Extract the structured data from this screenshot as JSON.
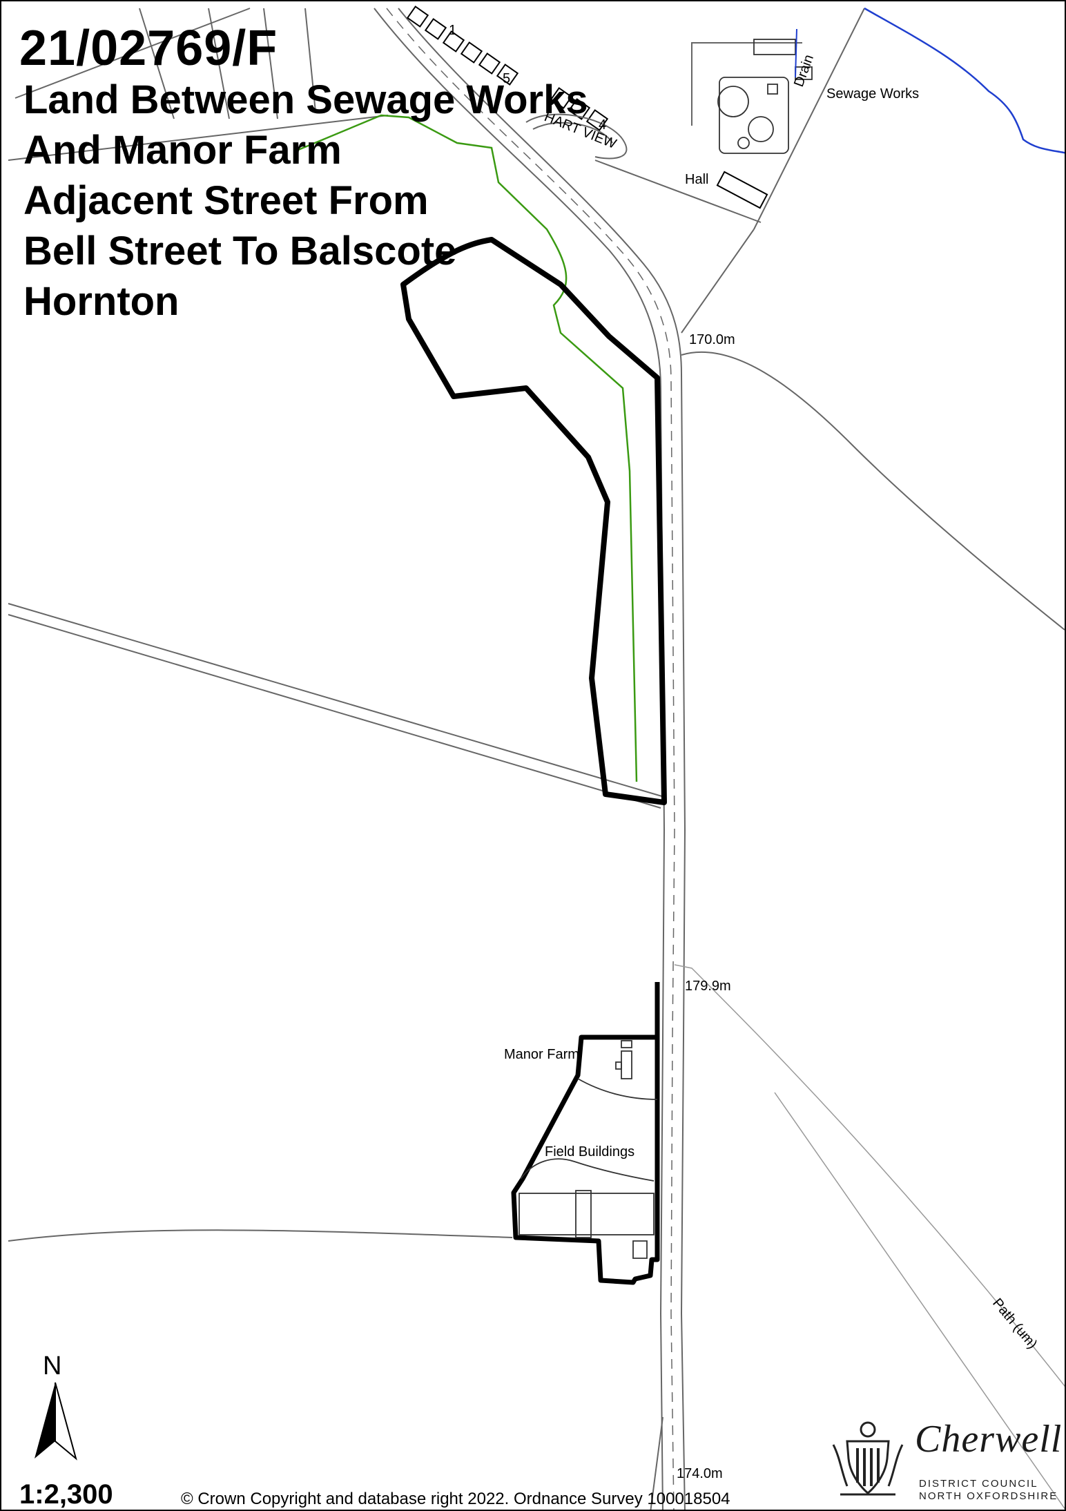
{
  "reference": "21/02769/F",
  "address_lines": [
    "Land Between Sewage Works",
    "And Manor Farm",
    "Adjacent Street From",
    "Bell Street To Balscote",
    "Hornton"
  ],
  "map_labels": {
    "sewage_works": "Sewage Works",
    "drain": "Drain",
    "hall": "Hall",
    "hart_view": "HART VIEW",
    "spot_height_1": "170.0m",
    "spot_height_2": "179.9m",
    "spot_height_3": "174.0m",
    "manor_farm": "Manor Farm",
    "field_buildings": "Field Buildings",
    "path": "Path (um)",
    "house_1": "1",
    "house_5": "5",
    "house_4": "4"
  },
  "north_letter": "N",
  "scale": "1:2,300",
  "copyright": "© Crown Copyright and database right 2022. Ordnance Survey 100018504",
  "logo": {
    "wordmark": "Cherwell",
    "line1": "DISTRICT COUNCIL",
    "line2": "NORTH OXFORDSHIRE"
  },
  "colors": {
    "boundary": "#000000",
    "map_line": "#555555",
    "footpath": "#3a9a12",
    "watercourse": "#1f3fcf"
  },
  "icons": [
    "north-arrow-icon",
    "council-crest-icon"
  ]
}
